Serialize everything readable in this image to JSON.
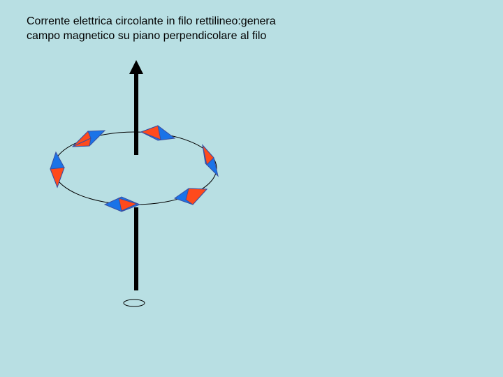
{
  "slide": {
    "title_line1": "Corrente elettrica circolante in filo rettilineo:genera",
    "title_line2": "campo magnetico su piano perpendicolare al filo"
  },
  "colors": {
    "background": "#b8dfe3",
    "wire": "#000000",
    "needle_north": "#ff4a1c",
    "needle_south": "#1a73e8",
    "needle_outline": "#3a4fa0",
    "field_line": "#000000"
  },
  "diagram": {
    "elements": [
      "current-wire",
      "current-arrow-head",
      "field-circle",
      "compass-needles",
      "wire-cross-section"
    ],
    "needle_count": 6
  }
}
